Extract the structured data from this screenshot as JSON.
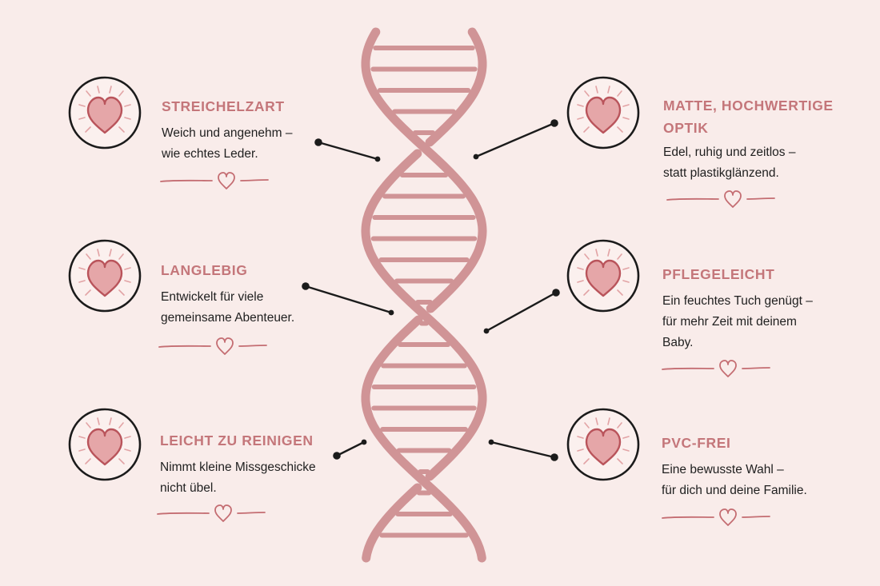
{
  "colors": {
    "background": "#f9ecea",
    "accent": "#c4767a",
    "helix": "#d09496",
    "ink": "#1f1f1f"
  },
  "icons": {
    "badge": "heart-icon",
    "divider": "heart-outline-icon"
  },
  "features": [
    {
      "id": "streichelzart",
      "title": "STREICHELZART",
      "lines": [
        "Weich und angenehm –",
        "wie echtes Leder."
      ]
    },
    {
      "id": "langlebig",
      "title": "LANGLEBIG",
      "lines": [
        "Entwickelt für viele",
        "gemeinsame Abenteuer."
      ]
    },
    {
      "id": "leicht-zu-reinigen",
      "title": "LEICHT ZU REINIGEN",
      "lines": [
        "Nimmt kleine Missgeschicke",
        "nicht übel."
      ]
    },
    {
      "id": "matte-optik",
      "title": "MATTE, HOCHWERTIGE",
      "title2": "OPTIK",
      "lines": [
        "Edel, ruhig und zeitlos –",
        "statt plastikglänzend."
      ]
    },
    {
      "id": "pflegeleicht",
      "title": "PFLEGELEICHT",
      "lines": [
        "Ein feuchtes Tuch genügt –",
        "für mehr Zeit mit deinem",
        "Baby."
      ]
    },
    {
      "id": "pvc-frei",
      "title": "PVC-FREI",
      "lines": [
        "Eine bewusste Wahl –",
        "für dich und deine Familie."
      ]
    }
  ]
}
